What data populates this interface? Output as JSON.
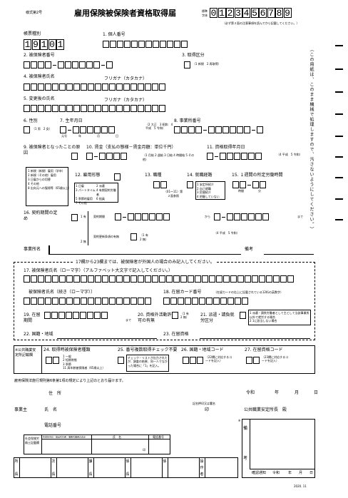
{
  "header": {
    "form_number": "様式第2号",
    "title": "雇用保険被保険者資格取得届",
    "std_char_label_1": "標準",
    "std_char_label_2": "字体",
    "std_digits": [
      "0",
      "1",
      "2",
      "3",
      "4",
      "5",
      "6",
      "7",
      "8",
      "9"
    ],
    "caution": "（必ず第２面の注意事項を読んでから記載してください。）"
  },
  "sidebar_text": "（この用紙は、このまま機械で処理しますので、汚さないようにしてください。）",
  "fields": {
    "form_type": {
      "label": "帳票種別",
      "digits": [
        "1",
        "9",
        "1",
        "0",
        "1"
      ]
    },
    "f1": "1. 個人番号",
    "f2": "2. 被保険者番号",
    "f3": "3. 取得区分",
    "f3_opts": "（1 新規　2 再取得）",
    "f4": "4. 被保険者氏名",
    "furigana": "フリガナ（カタカナ）",
    "f5": "5. 変更後の氏名",
    "f6": "6. 性別",
    "f6_opts": "（1 男　2 女）",
    "f7": "7. 生年月日",
    "f7_era": "（2 大正　3 昭和　4 平成　5 令和）",
    "f7_units": [
      "元号",
      "年",
      "月",
      "日"
    ],
    "f8": "8. 事業所番号",
    "f9": "9. 被保険者となったことの原因",
    "f9_opts": [
      "1 新規（新規）雇用（学卒）",
      "2 新規（その他）雇用",
      "3 日雇からの切替",
      "4 その他",
      "8 出向元への復帰等（65歳以上）"
    ],
    "f10": "10. 賃金（支払の態様－賃金月額：単位千円）",
    "f10_opts": "（1 月給 2 週給 3 日給 4 時間給 5 その他）",
    "f11": "11. 資格取得年月日",
    "f11_era": "（4 平成　5 令和）",
    "f12": "12. 雇用形態",
    "f12_opts": [
      "1 日雇",
      "2 派遣",
      "3 パートタイム",
      "4 有期契約労働者",
      "5 季節的雇用",
      "6 船員",
      "7 その他"
    ],
    "f13": "13. 職種",
    "f13_note": "（01～11）第２面参照",
    "f14": "14. 就職経路",
    "f14_opts": [
      "1 安定所紹介",
      "2 自己就職",
      "3 民間紹介",
      "4 把握していない"
    ],
    "f15": "15. １週間の所定労働時間",
    "f15_units": [
      "時間",
      "分"
    ],
    "f16": "16. 契約期間の定め",
    "f16_opts": [
      "1 有",
      "2 無"
    ],
    "f16_period": "契約期間",
    "f16_to": "から",
    "f16_until": "まで",
    "f16_renew": "契約更新条項の有無",
    "f16_renew_opts": "（1 有　2 無）",
    "office_name": "事業所名",
    "remarks": "備考"
  },
  "foreign": {
    "notice": "17欄から23欄までは、被保険者が外国人の場合のみ記入してください。",
    "f17": "17. 被保険者氏名（ローマ字）（アルファベット大文字で記入してください。）",
    "f17_cont": "被保険者氏名〔続き（ローマ字）〕",
    "f18": "18. 在留カード番号",
    "f18_note": "（在留カードの右上に記載されている12桁の英数字）",
    "f19": "19. 在留期間",
    "f19_until": "まで",
    "f20": "20. 資格外活動許可の有無",
    "f20_opts": "（1 有　2 無）",
    "f21": "21. 派遣・請負就労区分",
    "f21_opts": [
      "1 派遣・請負労働者として主として当該事業所以外で就労する場合",
      "2 1に該当しない場合"
    ],
    "f22": "22. 国籍・地域",
    "f23": "23. 在留資格"
  },
  "office_use": {
    "label": "※公共職業安定所記載欄",
    "f24": "24. 取得時被保険者種類",
    "f24_opts": [
      "1 一般",
      "2 短期常態",
      "3 季節",
      "11 高年齢被保険者（65歳以上）"
    ],
    "f25": "25. 番号複数取得チェック不要",
    "f25_note": "チェック・リストが出力されたが、調査の結果、同一人でなかった場合に「1」を記入。",
    "f26": "26. 国籍・地域コード",
    "f26_note": "（22欄に対応するコードを記入）",
    "f27": "27. 在留資格コード",
    "f27_note": "（23欄に対応するコードを記入）"
  },
  "footer": {
    "legal": "雇用保険法施行規則第6条第1項の規定により上記のとおり届けます。",
    "address": "住　所",
    "date_labels": [
      "令和",
      "年",
      "月",
      "日"
    ],
    "employer": "事業主",
    "name": "氏　名",
    "phone": "電話番号",
    "seal": "記名押印又は署名",
    "seal_mark": "印",
    "director": "公共職業安定所長　殿",
    "sharoushi": "社会保険労務士記載欄",
    "sharoushi_cols": [
      "作成年月日・提出代行者・事務代理者の表示",
      "氏　名",
      "電話番号"
    ],
    "seal2": "印",
    "stamp_labels": [
      "所長",
      "次長",
      "課長",
      "係長",
      "係",
      "操作者"
    ],
    "remarks": "備考",
    "confirm": "確認通知",
    "confirm_date": [
      "令和",
      "年",
      "月",
      "日"
    ],
    "code": "2020. 11"
  }
}
